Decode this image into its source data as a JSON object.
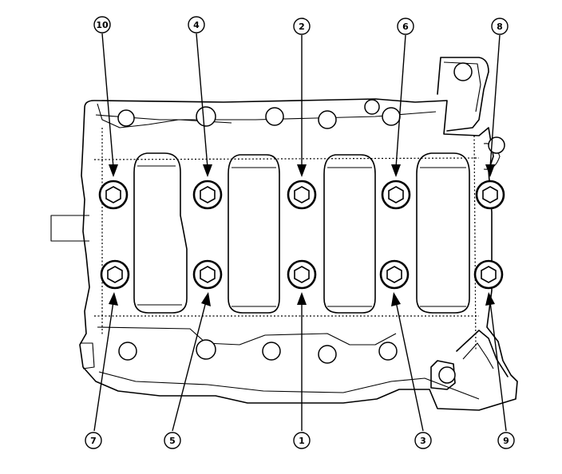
{
  "diagram": {
    "callouts": [
      {
        "id": "top-1",
        "label": "10"
      },
      {
        "id": "top-2",
        "label": "4"
      },
      {
        "id": "top-3",
        "label": "2"
      },
      {
        "id": "top-4",
        "label": "6"
      },
      {
        "id": "top-5",
        "label": "8"
      },
      {
        "id": "bottom-1",
        "label": "7"
      },
      {
        "id": "bottom-2",
        "label": "5"
      },
      {
        "id": "bottom-3",
        "label": "1"
      },
      {
        "id": "bottom-4",
        "label": "3"
      },
      {
        "id": "bottom-5",
        "label": "9"
      }
    ]
  }
}
